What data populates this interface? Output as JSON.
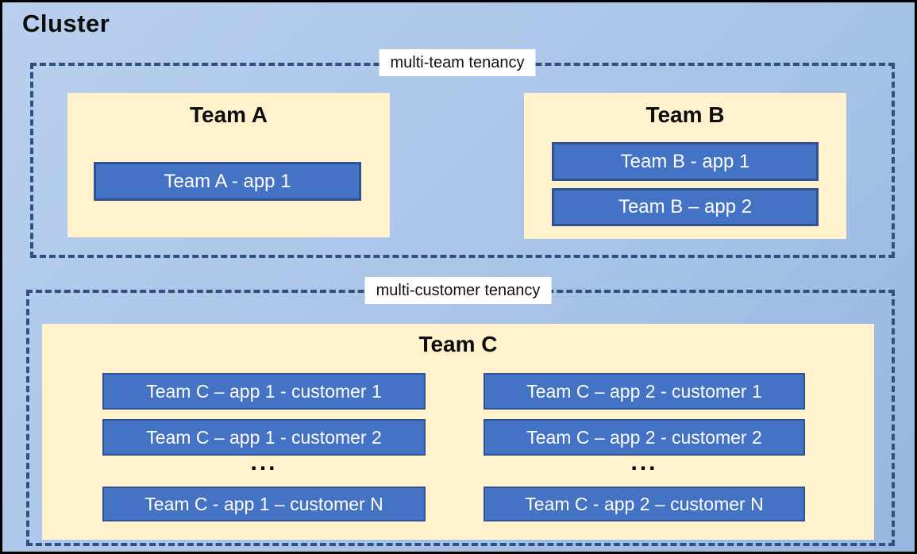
{
  "colors": {
    "canvas_blue_top": "#b9cfee",
    "canvas_blue_bottom": "#98b6de",
    "dashed_border_blue": "#2f517f",
    "panel_cream": "#fff2cc",
    "app_box_blue": "#4472c4",
    "app_box_border": "#2e5292",
    "app_text": "#ffffff",
    "heading_text": "#0d0d0d",
    "label_background": "#ffffff"
  },
  "cluster": {
    "title": "Cluster",
    "sections": [
      {
        "label": "multi-team tenancy",
        "teams": [
          {
            "name": "Team A",
            "apps": [
              "Team A - app 1"
            ]
          },
          {
            "name": "Team B",
            "apps": [
              "Team B - app 1",
              "Team B – app 2"
            ]
          }
        ]
      },
      {
        "label": "multi-customer tenancy",
        "teams": [
          {
            "name": "Team C",
            "columns": [
              {
                "apps": [
                  "Team C – app 1 - customer 1",
                  "Team C – app 1 - customer 2"
                ],
                "ellipsis": "...",
                "last_app": "Team C - app 1 – customer N"
              },
              {
                "apps": [
                  "Team C – app 2 - customer 1",
                  "Team C – app 2 - customer 2"
                ],
                "ellipsis": "...",
                "last_app": "Team C - app 2 – customer N"
              }
            ]
          }
        ]
      }
    ]
  }
}
